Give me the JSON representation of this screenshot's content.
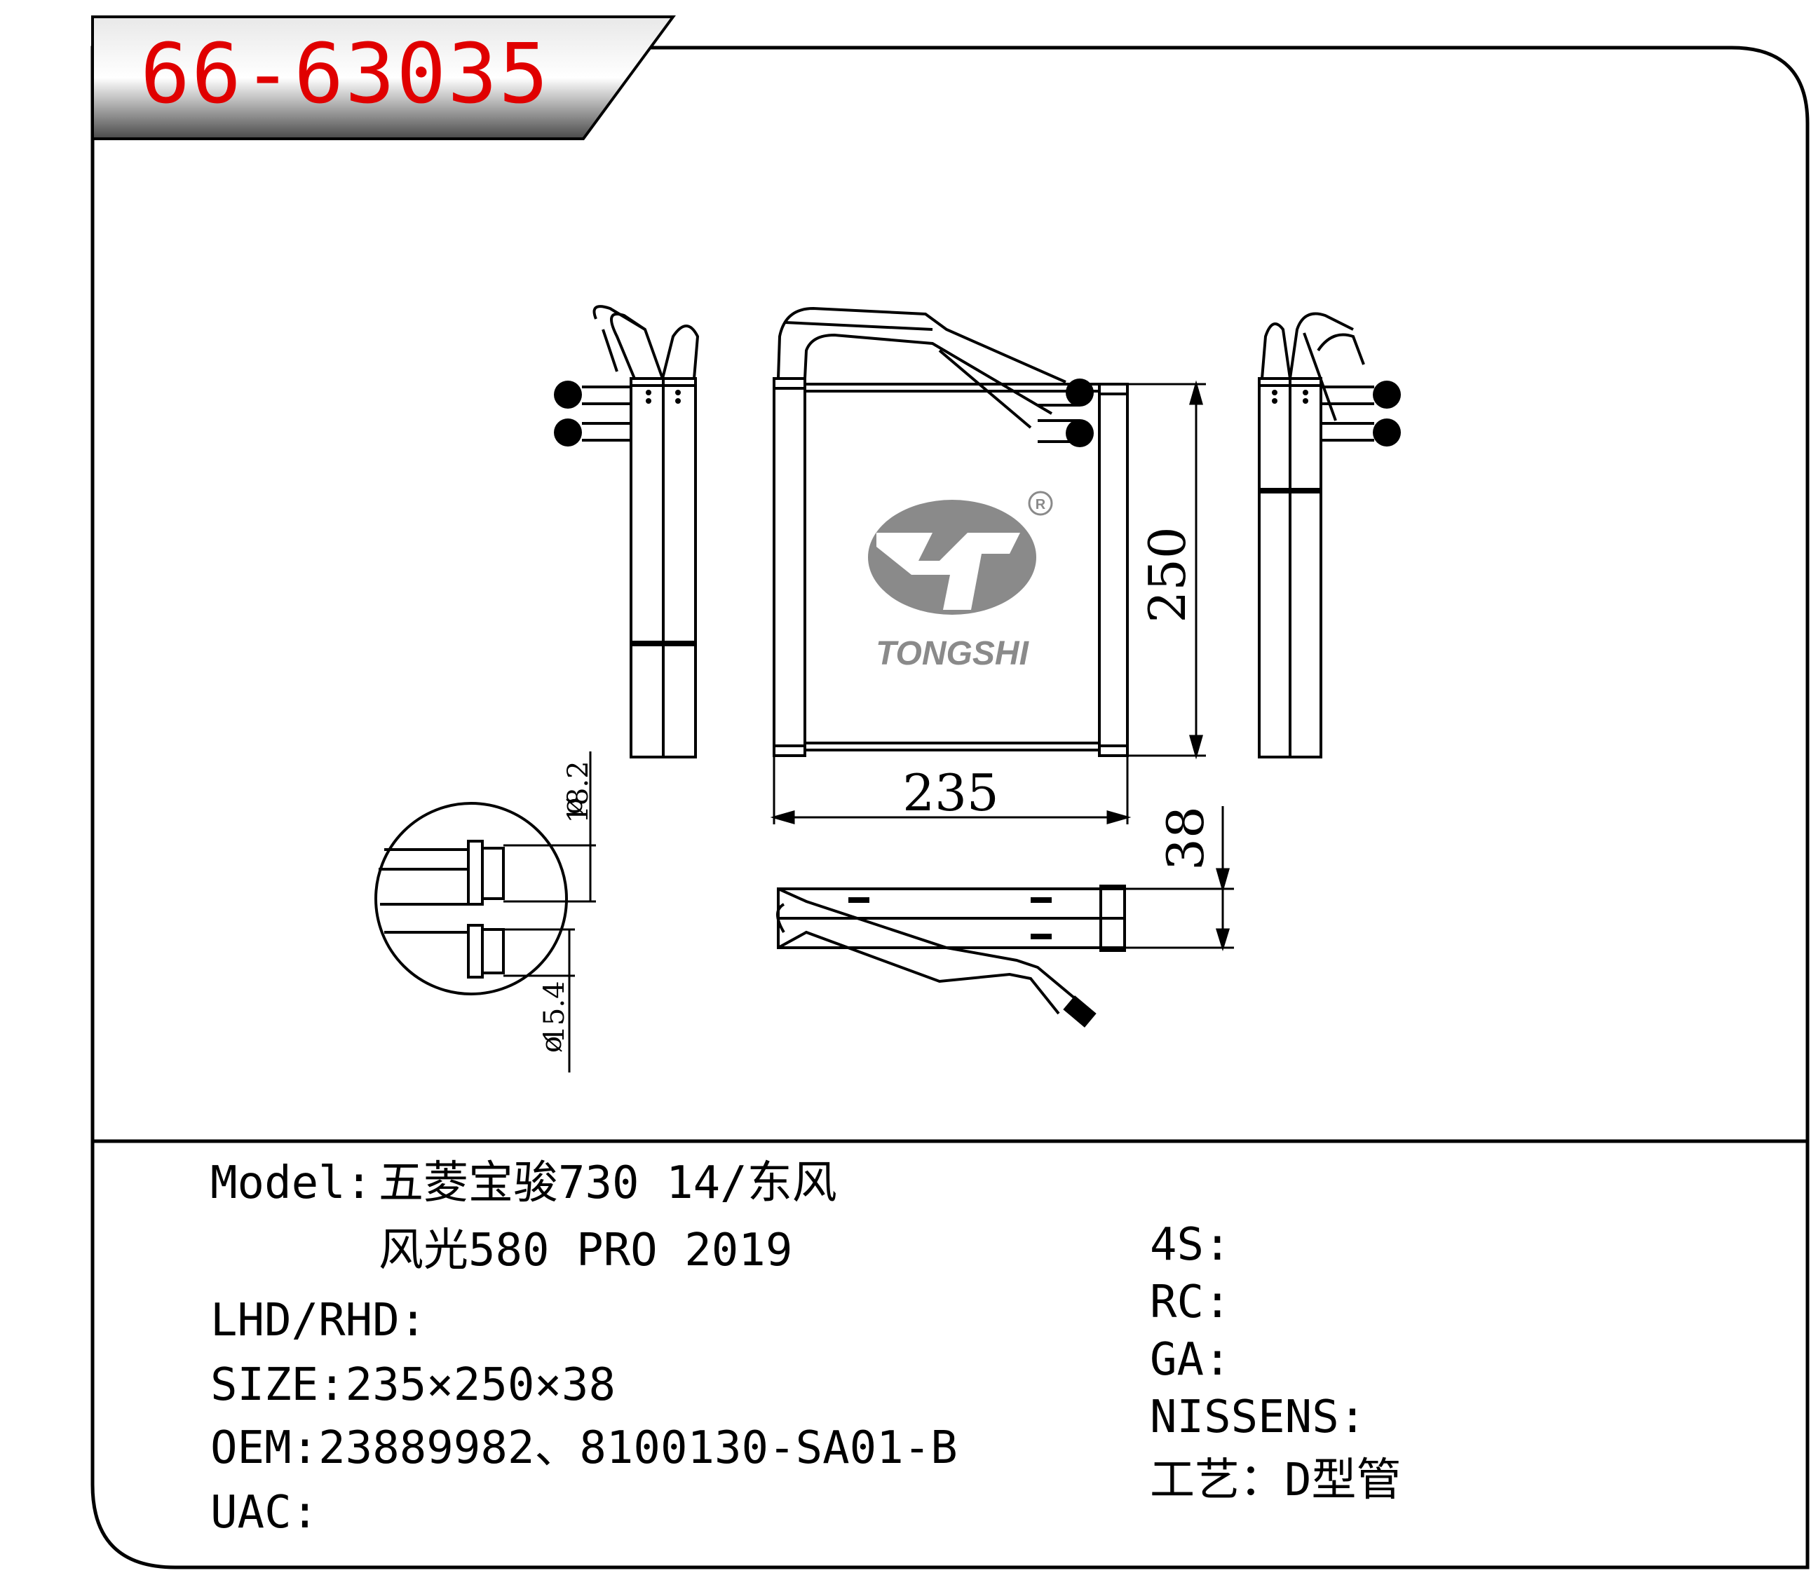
{
  "header": {
    "part_number": "66-63035"
  },
  "logo": {
    "brand": "TONGSHI",
    "registered_mark": "R"
  },
  "dimensions": {
    "width": "235",
    "height": "250",
    "depth": "38",
    "pipe_outer": "18.2",
    "pipe_inner": "15.4"
  },
  "specs": {
    "model_label": "Model:",
    "model_line1": "五菱宝骏730 14/东风",
    "model_line2": "风光580 PRO 2019",
    "lhd_rhd": "LHD/RHD:",
    "size": "SIZE:235×250×38",
    "oem": "OEM:23889982、8100130-SA01-B",
    "uac": "UAC:",
    "four_s": "4S:",
    "rc": "RC:",
    "ga": "GA:",
    "nissens": "NISSENS:",
    "process": "工艺：D型管"
  },
  "colors": {
    "part_number": "#e00000",
    "line": "#000000",
    "logo_gray": "#8a8a8a"
  }
}
